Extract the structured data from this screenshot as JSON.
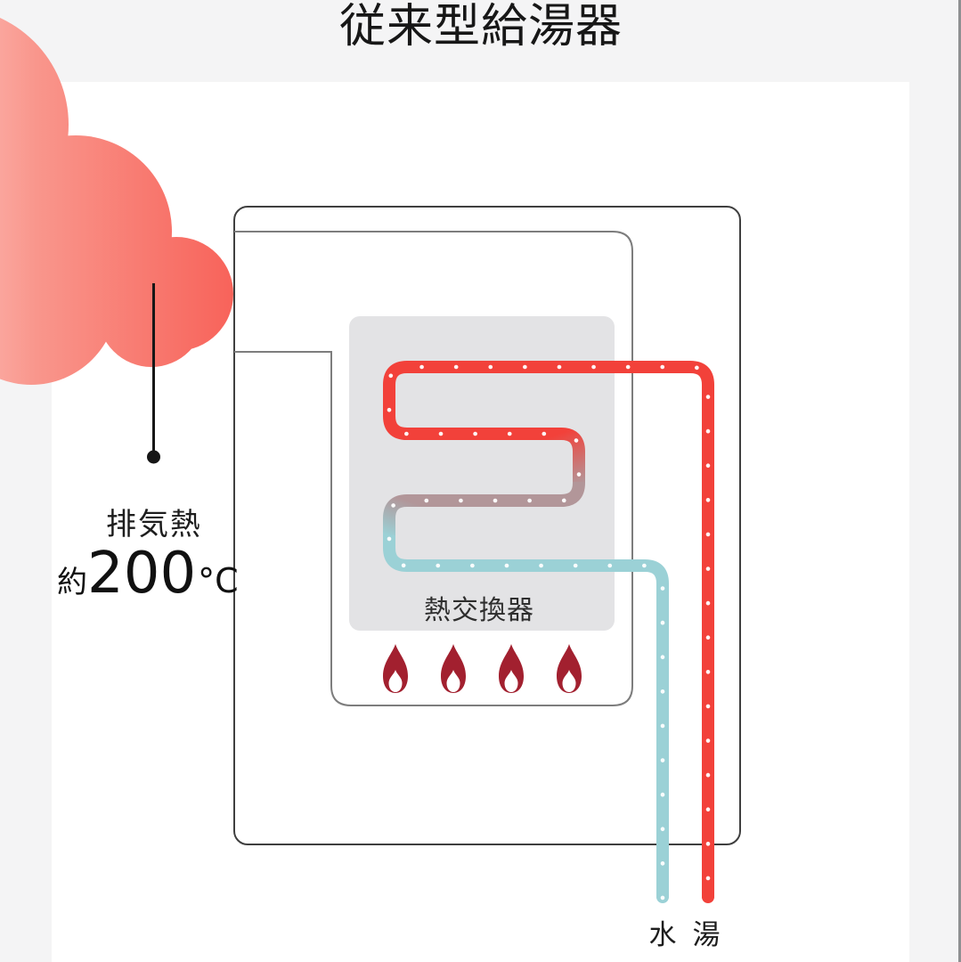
{
  "title": "従来型給湯器",
  "exhaust": {
    "label": "排気熱",
    "prefix": "約",
    "temperature": "200",
    "unit": "°C"
  },
  "heat_exchanger_label": "熱交換器",
  "water_label": "水",
  "hot_water_label": "湯",
  "flame_count": 4,
  "colors": {
    "background_gray": "#f4f4f5",
    "card_white": "#ffffff",
    "hot_pipe_red": "#f2413a",
    "cold_pipe_cyan": "#9bd1d6",
    "transition_pipe_mauve": "#b29699",
    "flame_dark_red": "#a2202f",
    "cloud_light_pink": "#fdd9d5",
    "cloud_deep_salmon": "#f8635a",
    "exchanger_gray": "#e3e3e5",
    "outer_box_line": "#3f3f3f",
    "inner_box_line": "#7d7d7d"
  }
}
